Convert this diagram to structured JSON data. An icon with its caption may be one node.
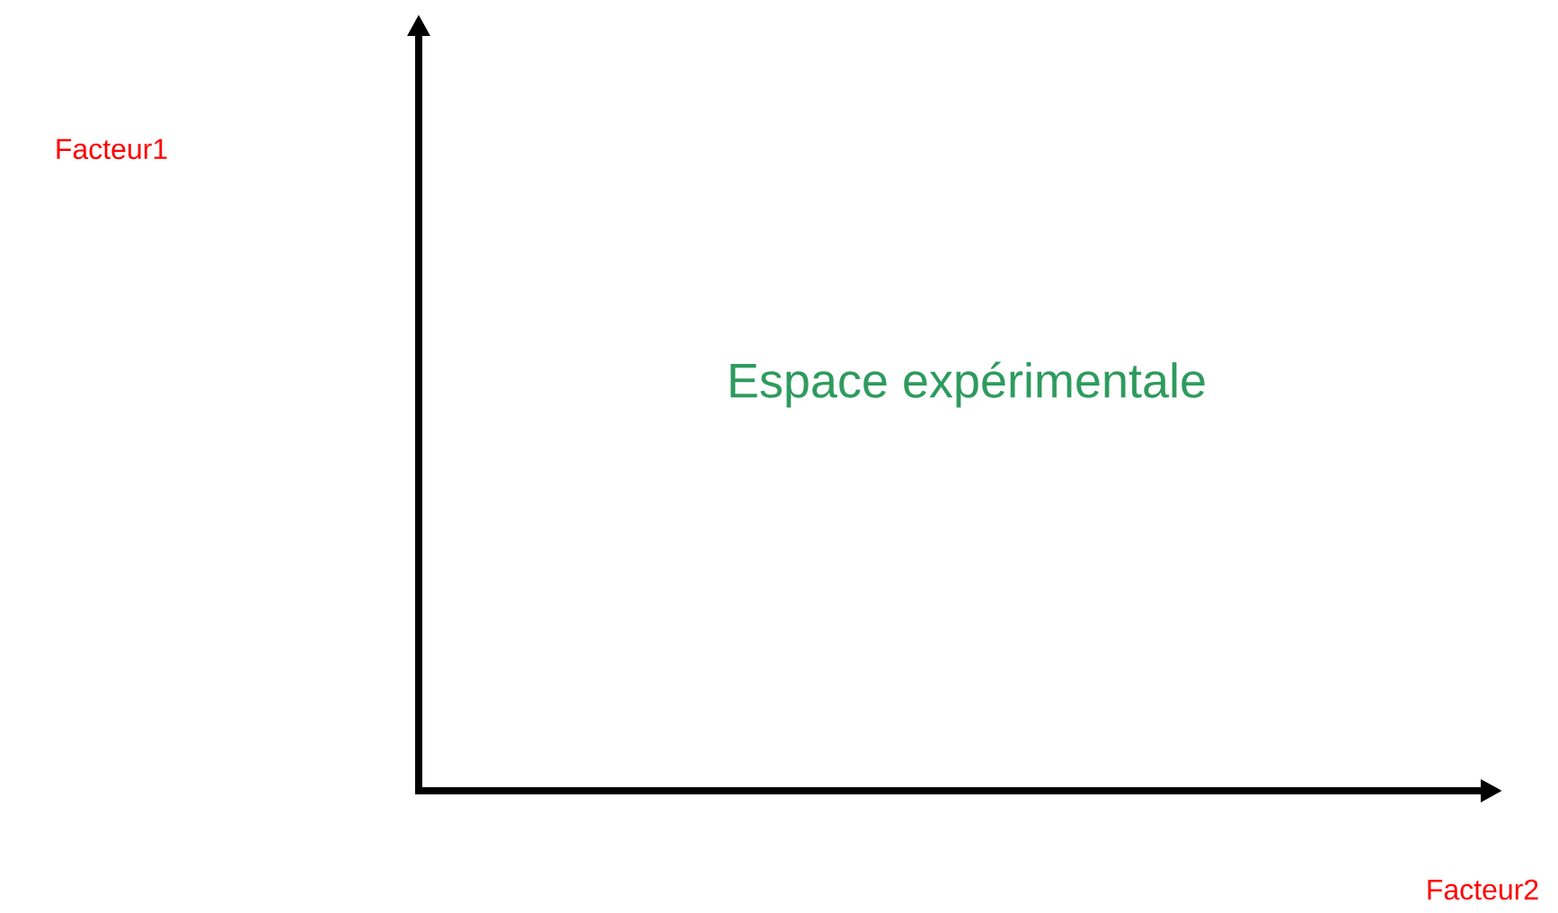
{
  "diagram": {
    "labels": [
      "Facteur1",
      "Espace expérimentale",
      "Facteur2"
    ]
  }
}
